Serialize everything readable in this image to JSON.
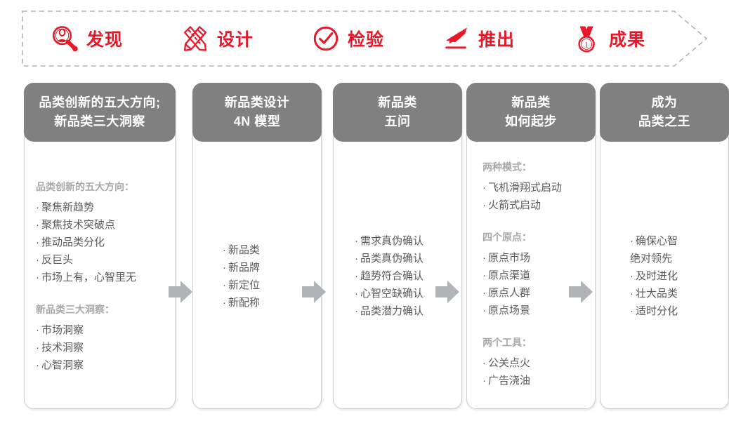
{
  "banner": {
    "stages": [
      {
        "icon": "magnifier-person-icon",
        "label": "发现"
      },
      {
        "icon": "pencil-ruler-icon",
        "label": "设计"
      },
      {
        "icon": "check-circle-icon",
        "label": "检验"
      },
      {
        "icon": "airplane-takeoff-icon",
        "label": "推出"
      },
      {
        "icon": "medal-icon",
        "label": "成果"
      }
    ],
    "accent_color": "#e8182a",
    "border_color": "#b3b3b3"
  },
  "colors": {
    "header_bg": "#808080",
    "header_text": "#ffffff",
    "group_title": "#a9a9a9",
    "item_text": "#5a5a5a",
    "card_border": "#cfcfcf",
    "connector": "#b0b4b8"
  },
  "cards": [
    {
      "title_lines": [
        "品类创新的五大方向;",
        "新品类三大洞察"
      ],
      "groups": [
        {
          "title": "品类创新的五大方向：",
          "items": [
            "聚焦新趋势",
            "聚焦技术突破点",
            "推动品类分化",
            "反巨头",
            "市场上有，心智里无"
          ]
        },
        {
          "title": "新品类三大洞察：",
          "items": [
            "市场洞察",
            "技术洞察",
            "心智洞察"
          ]
        }
      ]
    },
    {
      "title_lines": [
        "新品类设计",
        "4N 模型"
      ],
      "groups": [
        {
          "title": "",
          "items": [
            "新品类",
            "新品牌",
            "新定位",
            "新配称"
          ]
        }
      ]
    },
    {
      "title_lines": [
        "新品类",
        "五问"
      ],
      "groups": [
        {
          "title": "",
          "items": [
            "需求真伪确认",
            "品类真伪确认",
            "趋势符合确认",
            "心智空缺确认",
            "品类潜力确认"
          ]
        }
      ]
    },
    {
      "title_lines": [
        "新品类",
        "如何起步"
      ],
      "groups": [
        {
          "title": "两种模式：",
          "items": [
            "飞机滑翔式启动",
            "火箭式启动"
          ]
        },
        {
          "title": "四个原点：",
          "items": [
            "原点市场",
            "原点渠道",
            "原点人群",
            "原点场景"
          ]
        },
        {
          "title": "两个工具：",
          "items": [
            "公关点火",
            "广告浇油"
          ]
        }
      ]
    },
    {
      "title_lines": [
        "成为",
        "品类之王"
      ],
      "groups": [
        {
          "title": "",
          "items": [
            "确保心智\n绝对领先",
            "及时进化",
            "壮大品类",
            "适时分化"
          ]
        }
      ]
    }
  ],
  "connectors": [
    {
      "name": "connector-arrow-1"
    },
    {
      "name": "connector-arrow-2"
    },
    {
      "name": "connector-arrow-3"
    },
    {
      "name": "connector-arrow-4"
    }
  ]
}
